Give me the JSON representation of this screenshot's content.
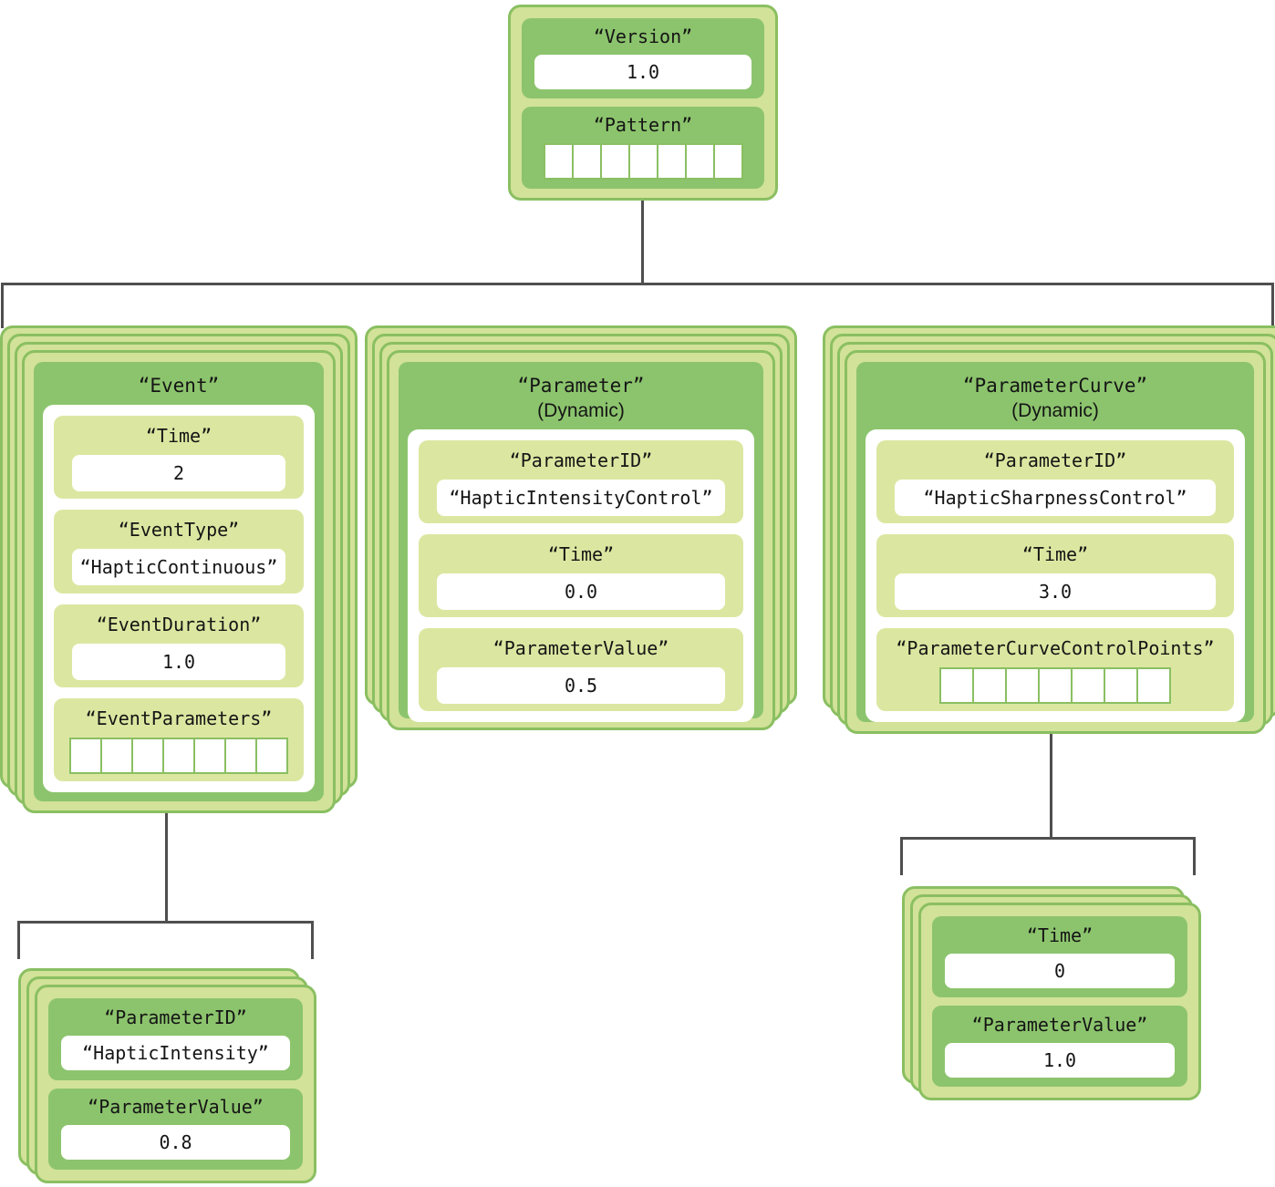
{
  "top_card": {
    "version_label": "“Version”",
    "version_value": "1.0",
    "pattern_label": "“Pattern”",
    "pattern_cells": 7
  },
  "event": {
    "title": "“Event”",
    "time_label": "“Time”",
    "time_value": "2",
    "type_label": "“EventType”",
    "type_value": "“HapticContinuous”",
    "duration_label": "“EventDuration”",
    "duration_value": "1.0",
    "params_label": "“EventParameters”",
    "params_cells": 7
  },
  "parameter": {
    "title": "“Parameter”",
    "subtitle": "(Dynamic)",
    "id_label": "“ParameterID”",
    "id_value": "“HapticIntensityControl”",
    "time_label": "“Time”",
    "time_value": "0.0",
    "value_label": "“ParameterValue”",
    "value_value": "0.5"
  },
  "parameter_curve": {
    "title": "“ParameterCurve”",
    "subtitle": "(Dynamic)",
    "id_label": "“ParameterID”",
    "id_value": "“HapticSharpnessControl”",
    "time_label": "“Time”",
    "time_value": "3.0",
    "points_label": "“ParameterCurveControlPoints”",
    "points_cells": 7
  },
  "event_parameter": {
    "id_label": "“ParameterID”",
    "id_value": "“HapticIntensity”",
    "value_label": "“ParameterValue”",
    "value_value": "0.8"
  },
  "control_point": {
    "time_label": "“Time”",
    "time_value": "0",
    "value_label": "“ParameterValue”",
    "value_value": "1.0"
  },
  "colors": {
    "card_fill": "#d2e298",
    "card_border": "#8abf62",
    "panel_fill": "#8cc46d",
    "field_fill": "#dbe7a1",
    "connector": "#4f4f4f",
    "value_bg": "#ffffff",
    "text": "#151515"
  }
}
